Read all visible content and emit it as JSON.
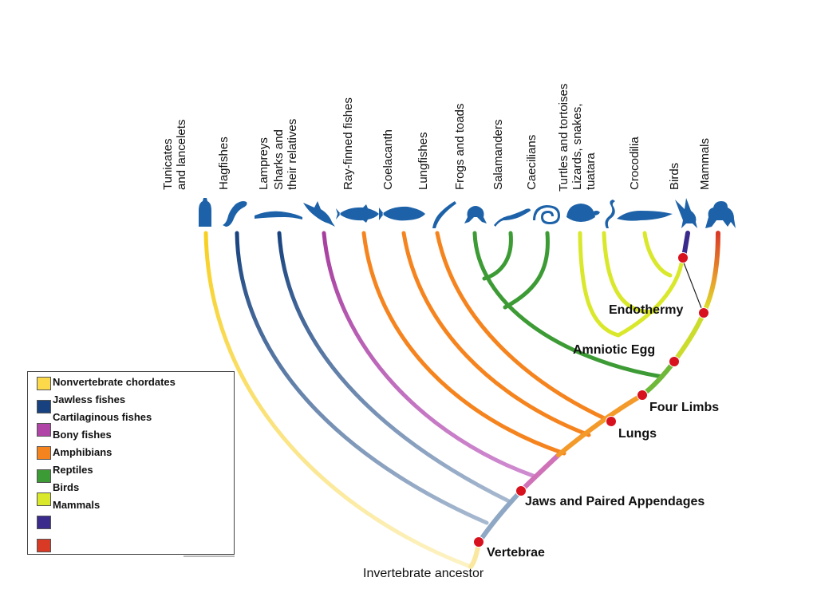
{
  "taxa": [
    {
      "id": "tunicates",
      "label": "Tunicates\nand lancelets",
      "icon": "tunicate-icon",
      "color": "#f7cf1f"
    },
    {
      "id": "hagfishes",
      "label": "Hagfishes",
      "icon": "hagfish-icon",
      "color": "#17427f"
    },
    {
      "id": "lampreys",
      "label": "Lampreys",
      "icon": "lamprey-icon",
      "color": "#17427f"
    },
    {
      "id": "sharks",
      "label": "Sharks and\ntheir relatives",
      "icon": "shark-icon",
      "color": "#b144a7"
    },
    {
      "id": "rayfinned",
      "label": "Ray-finned fishes",
      "icon": "tuna-icon",
      "color": "#f5841f"
    },
    {
      "id": "coelacanth",
      "label": "Coelacanth",
      "icon": "coelacanth-icon",
      "color": "#f5841f"
    },
    {
      "id": "lungfishes",
      "label": "Lungfishes",
      "icon": "lungfish-icon",
      "color": "#f5841f"
    },
    {
      "id": "frogs",
      "label": "Frogs and toads",
      "icon": "frog-icon",
      "color": "#3d9b35"
    },
    {
      "id": "salamanders",
      "label": "Salamanders",
      "icon": "salamander-icon",
      "color": "#3d9b35"
    },
    {
      "id": "caecilians",
      "label": "Caecilians",
      "icon": "caecilian-icon",
      "color": "#3d9b35"
    },
    {
      "id": "turtles",
      "label": "Turtles and tortoises",
      "icon": "turtle-icon",
      "color": "#d9e82a"
    },
    {
      "id": "lizards",
      "label": "Lizards, snakes,\ntuatara",
      "icon": "snake-icon",
      "color": "#d9e82a"
    },
    {
      "id": "crocodilia",
      "label": "Crocodilia",
      "icon": "crocodile-icon",
      "color": "#d9e82a"
    },
    {
      "id": "birds",
      "label": "Birds",
      "icon": "bird-icon",
      "color": "#3a2a8c"
    },
    {
      "id": "mammals",
      "label": "Mammals",
      "icon": "monkey-icon",
      "color": "#d93a26"
    }
  ],
  "traits": [
    {
      "id": "vertebrae",
      "label": "Vertebrae"
    },
    {
      "id": "jaws",
      "label": "Jaws and Paired Appendages"
    },
    {
      "id": "lungs",
      "label": "Lungs"
    },
    {
      "id": "limbs",
      "label": "Four Limbs"
    },
    {
      "id": "egg",
      "label": "Amniotic Egg"
    },
    {
      "id": "endothermy",
      "label": "Endothermy"
    }
  ],
  "ancestor_label": "Invertebrate ancestor",
  "legend": {
    "labels": [
      "Nonvertebrate chordates",
      "Jawless fishes",
      "Cartilaginous fishes",
      "Bony fishes",
      "Amphibians",
      "Reptiles",
      "Birds",
      "Mammals"
    ],
    "swatch_colors": [
      "#fcd94a",
      "#17427f",
      "#b144a7",
      "#f5841f",
      "#3d9b35",
      "#d9e82a",
      "#3a2a8c",
      "#d93a26"
    ]
  },
  "colors": {
    "nonvertebrate_chordates": "#f7cf1f",
    "jawless_fishes": "#17427f",
    "cartilaginous_fishes": "#b144a7",
    "bony_fishes": "#f5841f",
    "amphibians": "#3d9b35",
    "reptiles": "#d9e82a",
    "birds": "#3a2a8c",
    "mammals": "#d93a26",
    "trait_marker": "#d8111e",
    "icon_blue": "#1d62a8"
  }
}
